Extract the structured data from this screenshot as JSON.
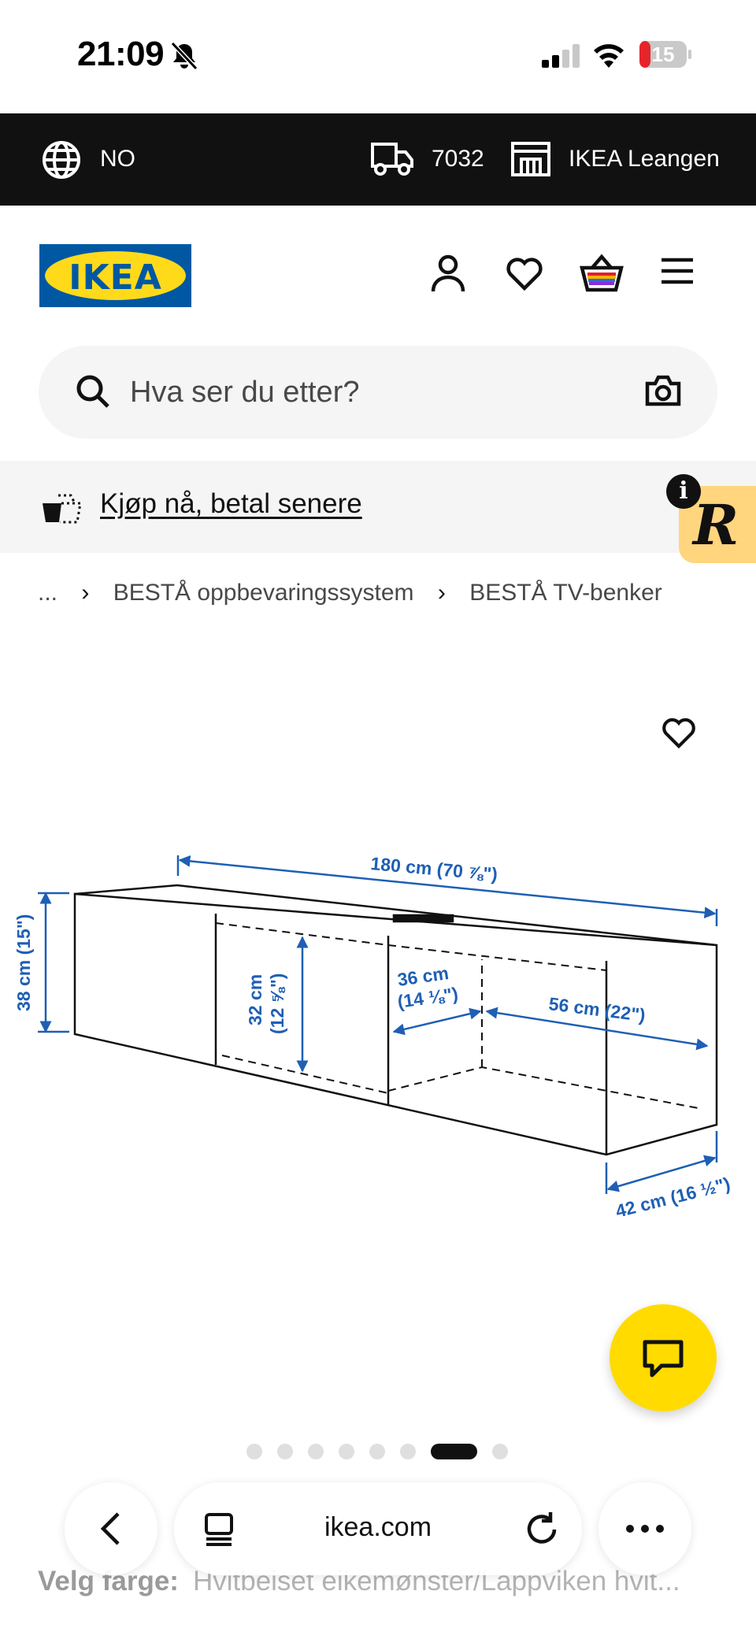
{
  "status_bar": {
    "time": "21:09",
    "battery": "15"
  },
  "service_bar": {
    "country": "NO",
    "postal_code": "7032",
    "store": "IKEA Leangen"
  },
  "header": {
    "logo_text": "IKEA"
  },
  "search": {
    "placeholder": "Hva ser du etter?"
  },
  "promo": {
    "link_text": "Kjøp nå, betal senere"
  },
  "badges": {
    "info": "i",
    "r_badge": "R"
  },
  "breadcrumb": {
    "items": [
      "...",
      "BESTÅ oppbevaringssystem",
      "BESTÅ TV-benker"
    ]
  },
  "product_image": {
    "dimensions": {
      "width": "180 cm (70 ⅞\")",
      "height": "38 cm (15\")",
      "inner_height_cm": "32 cm",
      "inner_height_in": "(12 ⅝\")",
      "compartment_cm": "36 cm",
      "compartment_in": "(14 ⅛\")",
      "inner_width": "56 cm (22\")",
      "depth": "42 cm (16 ½\")"
    }
  },
  "carousel": {
    "count": 8,
    "active_index": 6
  },
  "color_select": {
    "label": "Velg farge:",
    "value": "Hvitbeiset eikemønster/Lappviken hvit..."
  },
  "browser": {
    "url": "ikea.com"
  },
  "colors": {
    "service_bar": "#111111",
    "ikea_blue": "#0058a3",
    "ikea_yellow": "#ffda1a",
    "chat_button": "#ffdb00",
    "dimension_blue": "#1e5fb4",
    "r_badge": "#ffd57e"
  },
  "icons": [
    "bell-slash-icon",
    "signal-icon",
    "wifi-icon",
    "battery-icon",
    "globe-icon",
    "truck-icon",
    "store-icon",
    "profile-icon",
    "heart-icon",
    "shopping-bag-icon",
    "menu-icon",
    "search-icon",
    "camera-icon",
    "basket-icon",
    "chat-icon",
    "chevron-left-icon",
    "tabs-icon",
    "reload-icon",
    "ellipsis-icon"
  ]
}
